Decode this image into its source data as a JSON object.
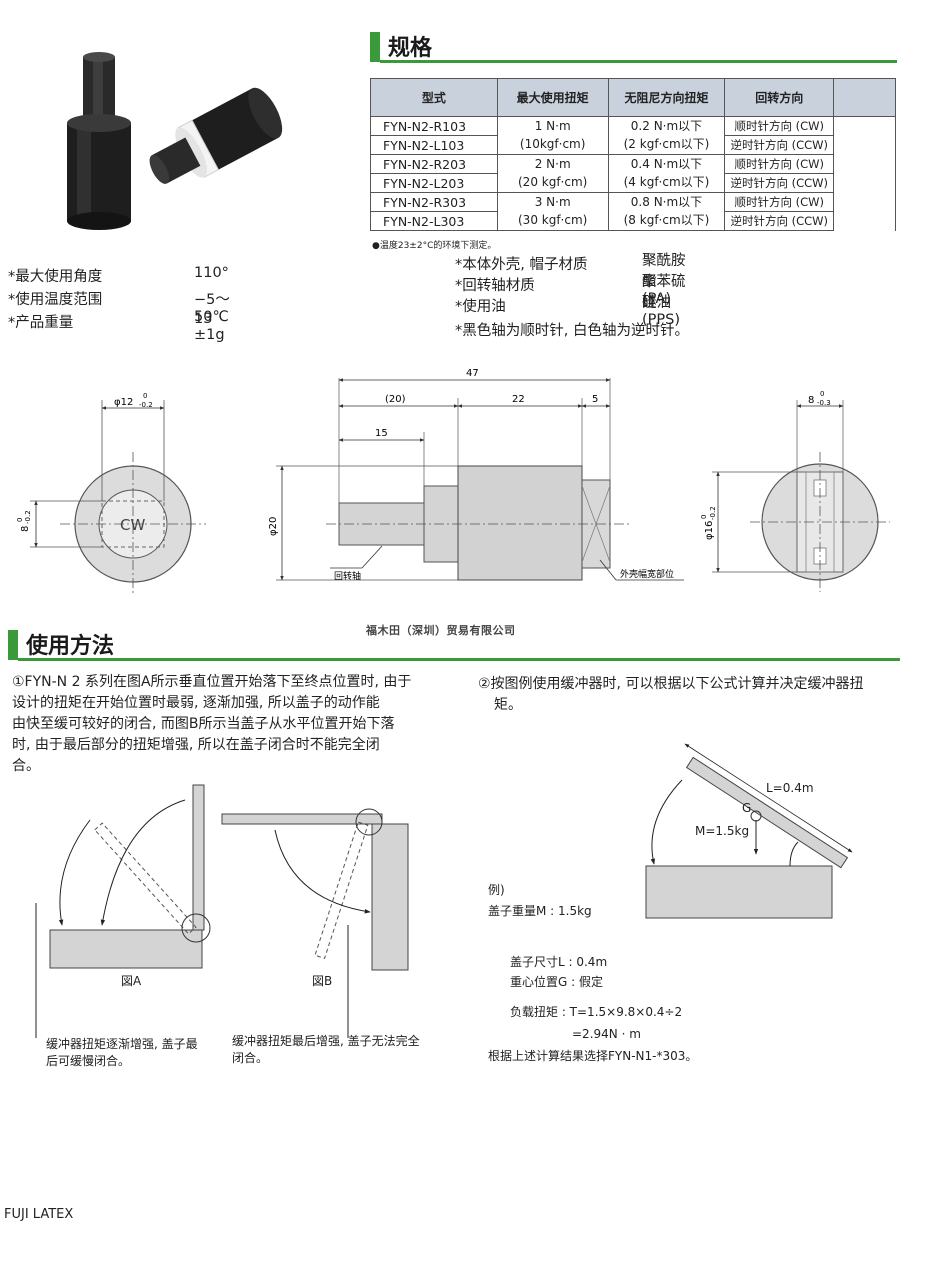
{
  "spec_header": {
    "title": "规格"
  },
  "spec_table": {
    "columns": [
      "型式",
      "最大使用扭矩",
      "无阻尼方向扭矩",
      "回转方向"
    ],
    "rows": [
      {
        "model": "FYN-N2-R103",
        "torque": "1 N·m",
        "free": "0.2 N·m以下",
        "dir": "顺时针方向 (CW)"
      },
      {
        "model": "FYN-N2-L103",
        "torque": "(10kgf·cm)",
        "free": "(2 kgf·cm以下)",
        "dir": "逆时针方向 (CCW)"
      },
      {
        "model": "FYN-N2-R203",
        "torque": "2 N·m",
        "free": "0.4 N·m以下",
        "dir": "顺时针方向 (CW)"
      },
      {
        "model": "FYN-N2-L203",
        "torque": "(20 kgf·cm)",
        "free": "(4 kgf·cm以下)",
        "dir": "逆时针方向 (CCW)"
      },
      {
        "model": "FYN-N2-R303",
        "torque": "3 N·m",
        "free": "0.8 N·m以下",
        "dir": "顺时针方向 (CW)"
      },
      {
        "model": "FYN-N2-L303",
        "torque": "(30 kgf·cm)",
        "free": "(8 kgf·cm以下)",
        "dir": "逆时针方向 (CCW)"
      }
    ],
    "note": "●温度23±2°C的环境下测定。"
  },
  "left_props": [
    {
      "label": "*最大使用角度",
      "value": "110°"
    },
    {
      "label": "*使用温度范围",
      "value": "−5〜50℃"
    },
    {
      "label": "*产品重量",
      "value": "13 ±1g"
    }
  ],
  "right_props": [
    {
      "label": "*本体外壳, 帽子材质",
      "value": "聚酰胺酯 (PA)"
    },
    {
      "label": "*回转轴材质",
      "value": "聚苯硫醚 (PPS)"
    },
    {
      "label": "*使用油",
      "value": "硅油"
    }
  ],
  "axis_note": "*黑色轴为顺时针, 白色轴为逆时针。",
  "drawing": {
    "d12": "φ12",
    "d12_tol_top": "0",
    "d12_tol_bot": "-0.2",
    "w8": "8",
    "w8_tol_top": "0",
    "w8_tol_bot": "-0.2",
    "cw": "CW",
    "len47": "47",
    "len20": "(20)",
    "len22": "22",
    "len5": "5",
    "len15": "15",
    "d20": "φ20",
    "shaft_label": "回转轴",
    "cap_label": "外壳幅宽部位",
    "w8r": "8",
    "w8r_tol_top": "0",
    "w8r_tol_bot": "-0.3",
    "d16": "φ16",
    "d16_tol_top": "0",
    "d16_tol_bot": "-0.2",
    "company": "福木田（深圳）贸易有限公司"
  },
  "usage_header": {
    "title": "使用方法"
  },
  "usage": {
    "p1": [
      "①FYN-N 2 系列在图A所示垂直位置开始落下至终点位置时, 由于",
      "设计的扭矩在开始位置时最弱, 逐渐加强, 所以盖子的动作能",
      "由快至缓可较好的闭合, 而图B所示当盖子从水平位置开始下落",
      "时, 由于最后部分的扭矩增强, 所以在盖子闭合时不能完全闭",
      "合。"
    ],
    "p2": [
      "②按图例使用缓冲器时, 可以根据以下公式计算并决定缓冲器扭",
      "矩。"
    ],
    "fig_a": "図A",
    "fig_b": "図B",
    "cap_a": [
      "缓冲器扭矩逐渐增强, 盖子最",
      "后可缓慢闭合。"
    ],
    "cap_b": [
      "缓冲器扭矩最后增强, 盖子无法完全",
      "闭合。"
    ],
    "label_L": "L=0.4m",
    "label_G": "G",
    "label_M": "M=1.5kg",
    "ex_title": "例)",
    "ex_weight": "盖子重量M : 1.5kg",
    "ex_size": "盖子尺寸L : 0.4m",
    "ex_center": "重心位置G : 假定",
    "ex_torque1": "负载扭矩 : T=1.5×9.8×0.4÷2",
    "ex_torque2": "=2.94N · m",
    "ex_result": "根据上述计算结果选择FYN-N1-*303。"
  },
  "footer": "FUJI LATEX"
}
